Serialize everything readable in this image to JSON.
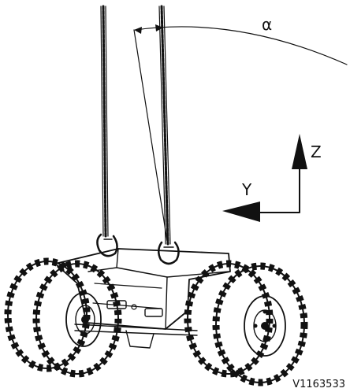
{
  "figure": {
    "angle_label": "α",
    "axis_z_label": "Z",
    "axis_y_label": "Y",
    "reference_code": "V1163533"
  }
}
